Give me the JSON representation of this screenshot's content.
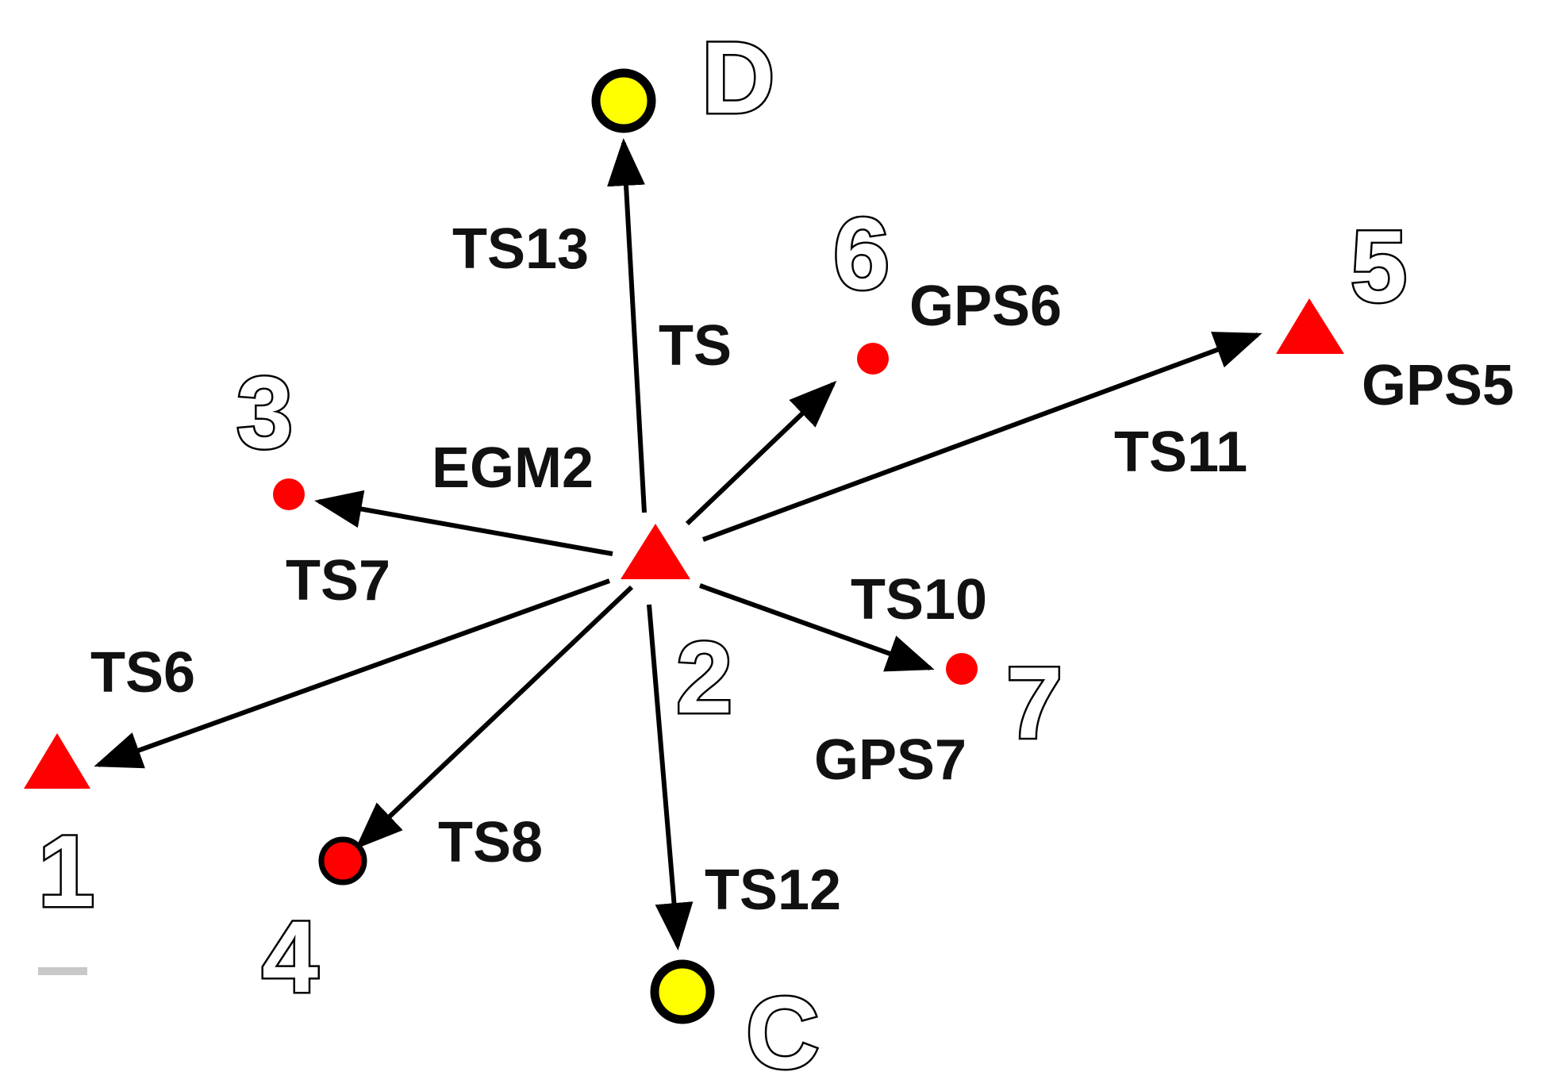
{
  "colors": {
    "triangle": "#ff0000",
    "red_point": "#ff0000",
    "yellow_point": "#ffff00",
    "outline": "#000000",
    "arrow": "#000000",
    "legend_dash": "#c8c8c8"
  },
  "nodes": {
    "n1": {
      "label": "1",
      "marker": "triangle"
    },
    "n2": {
      "label": "2",
      "marker": "triangle"
    },
    "n3": {
      "label": "3",
      "marker": "red-dot"
    },
    "n4": {
      "label": "4",
      "marker": "red-dot-outlined"
    },
    "n5": {
      "label": "5",
      "marker": "triangle"
    },
    "n6": {
      "label": "6",
      "marker": "red-dot"
    },
    "n7": {
      "label": "7",
      "marker": "red-dot"
    },
    "nC": {
      "label": "C",
      "marker": "yellow-dot"
    },
    "nD": {
      "label": "D",
      "marker": "yellow-dot"
    }
  },
  "edge_labels": {
    "ts13": "TS13",
    "ts": "TS",
    "egm2": "EGM2",
    "ts7": "TS7",
    "ts6": "TS6",
    "ts8": "TS8",
    "ts12": "TS12",
    "ts10": "TS10",
    "ts11": "TS11",
    "gps6": "GPS6",
    "gps5": "GPS5",
    "gps7": "GPS7"
  },
  "edges": [
    {
      "from": "2",
      "to": "D"
    },
    {
      "from": "2",
      "to": "6"
    },
    {
      "from": "2",
      "to": "5"
    },
    {
      "from": "2",
      "to": "3"
    },
    {
      "from": "2",
      "to": "1"
    },
    {
      "from": "2",
      "to": "4"
    },
    {
      "from": "2",
      "to": "C"
    },
    {
      "from": "2",
      "to": "7"
    }
  ]
}
